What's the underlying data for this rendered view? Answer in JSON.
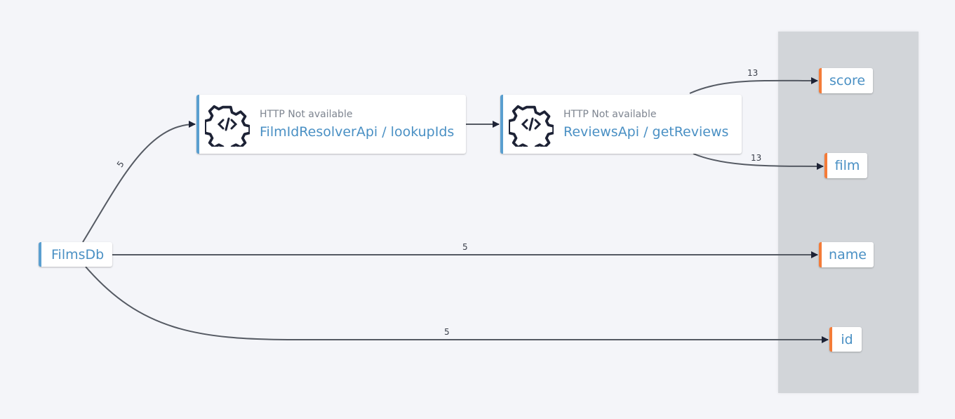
{
  "nodes": {
    "films_db": "FilmsDb",
    "film_id_resolver": {
      "status": "HTTP Not available",
      "name": "FilmIdResolverApi / lookupIds"
    },
    "reviews_api": {
      "status": "HTTP Not available",
      "name": "ReviewsApi / getReviews"
    },
    "fields": [
      "score",
      "film",
      "name",
      "id"
    ]
  },
  "edges": {
    "films_to_resolver": "5",
    "reviews_to_score": "13",
    "reviews_to_film": "13",
    "films_to_name": "5",
    "films_to_id": "5"
  },
  "colors": {
    "source_accent": "#5a9fd0",
    "field_accent": "#f47b38",
    "label": "#4a90c4"
  }
}
